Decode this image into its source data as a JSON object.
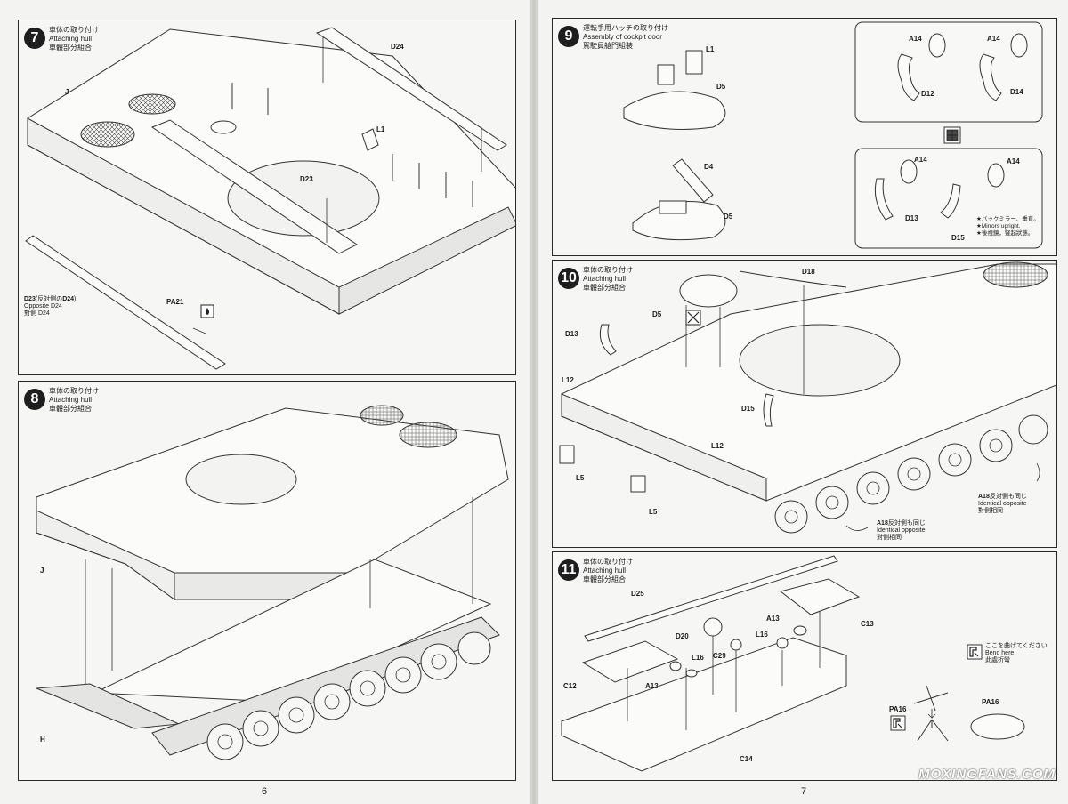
{
  "steps": [
    {
      "num": "7",
      "title_jp": "車体の取り付け",
      "title_en": "Attaching hull",
      "title_cn": "車體部分組合"
    },
    {
      "num": "8",
      "title_jp": "車体の取り付け",
      "title_en": "Attaching hull",
      "title_cn": "車體部分組合"
    },
    {
      "num": "9",
      "title_jp": "運転手用ハッチの取り付け",
      "title_en": "Assembly of cockpit door",
      "title_cn": "駕駛員艙門組裝"
    },
    {
      "num": "10",
      "title_jp": "車体の取り付け",
      "title_en": "Attaching hull",
      "title_cn": "車體部分組合"
    },
    {
      "num": "11",
      "title_jp": "車体の取り付け",
      "title_en": "Attaching hull",
      "title_cn": "車體部分組合"
    }
  ],
  "labels7": {
    "d24": "D24",
    "j": "J",
    "l1": "L1",
    "d23": "D23",
    "d23opp": "D23",
    "d23opp_jp": "(反対側の",
    "d23opp_part": "D24",
    "d23opp_close": ")",
    "opp_en": "Opposite D24",
    "opp_cn": "對側 D24",
    "pa21": "PA21"
  },
  "labels8": {
    "j": "J",
    "h": "H"
  },
  "labels9": {
    "l1": "L1",
    "d5a": "D5",
    "d4": "D4",
    "d5b": "D5",
    "a14a": "A14",
    "a14b": "A14",
    "d12": "D12",
    "d14": "D14",
    "a14c": "A14",
    "a14d": "A14",
    "d13": "D13",
    "d15": "D15",
    "mirror_jp": "★バックミラー、垂直。",
    "mirror_en": "★Mirrors upright.",
    "mirror_cn": "★後視鏡，豎起狀態。"
  },
  "labels10": {
    "d18": "D18",
    "d5": "D5",
    "d13": "D13",
    "l12a": "L12",
    "l12b": "L12",
    "d15": "D15",
    "l5a": "L5",
    "l5b": "L5",
    "a18a": "A18",
    "a18a_jp": "反対側も同じ",
    "a18a_en": "Identical opposite",
    "a18a_cn": "對側相同",
    "a18b": "A18",
    "a18b_jp": "反対側も同じ",
    "a18b_en": "Identical opposite",
    "a18b_cn": "對側相同"
  },
  "labels11": {
    "d25": "D25",
    "d20": "D20",
    "c29": "C29",
    "l16a": "L16",
    "l16b": "L16",
    "a13a": "A13",
    "a13b": "A13",
    "c13": "C13",
    "c12": "C12",
    "c14": "C14",
    "bend_jp": "ここを曲げてください",
    "bend_en": "Bend here",
    "bend_cn": "此處折彎",
    "pa16a": "PA16",
    "pa16b": "PA16"
  },
  "page_numbers": {
    "left": "6",
    "right": "7"
  },
  "watermark": "MOXINGFANS.COM"
}
